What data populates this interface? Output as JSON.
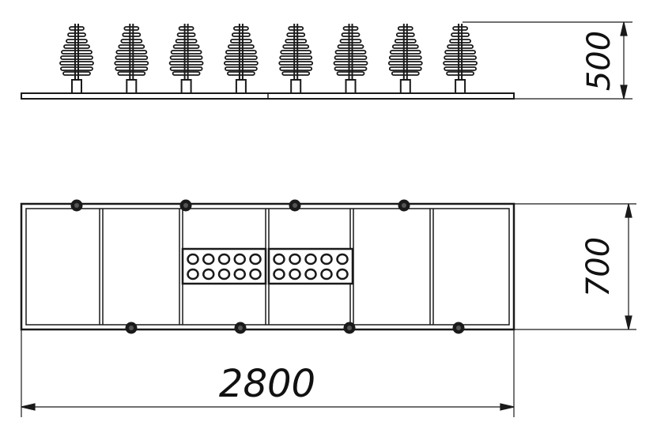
{
  "drawing": {
    "type": "technical-drawing",
    "subject": "bicycle rack",
    "views": [
      "side-elevation",
      "plan"
    ],
    "line_color": "#1a1a1a",
    "background": "#ffffff"
  },
  "dimensions": {
    "height_label": "500",
    "width_label": "700",
    "length_label": "2800"
  },
  "side_view": {
    "stand_count": 8
  },
  "plan_view": {
    "bay_count": 6,
    "top_bolt_count": 4,
    "bottom_bolt_count": 4,
    "stand_modules": 2,
    "holes_per_module": 10
  }
}
